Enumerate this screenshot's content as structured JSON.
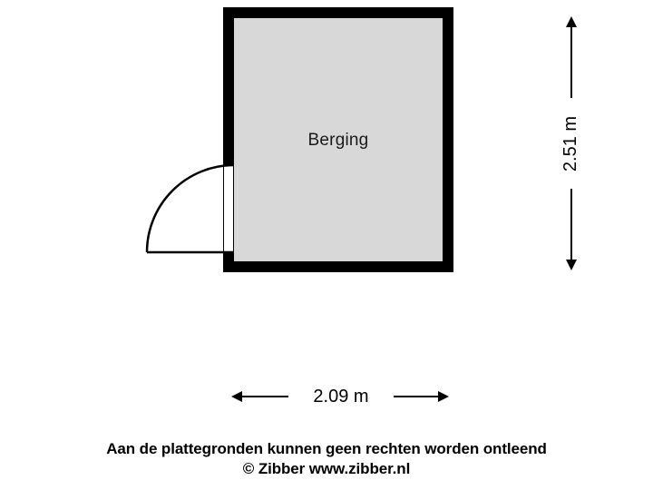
{
  "floorplan": {
    "room": {
      "label": "Berging"
    },
    "dimensions": {
      "height_label": "2.51 m",
      "width_label": "2.09 m"
    },
    "door": {
      "name": "door-swing-arc"
    },
    "colors": {
      "wall": "#000000",
      "room_fill": "#d8d8d8",
      "background": "#ffffff",
      "text": "#000000"
    }
  },
  "footer": {
    "disclaimer": "Aan de plattegronden kunnen geen rechten worden ontleend",
    "copyright": "© Zibber www.zibber.nl"
  }
}
